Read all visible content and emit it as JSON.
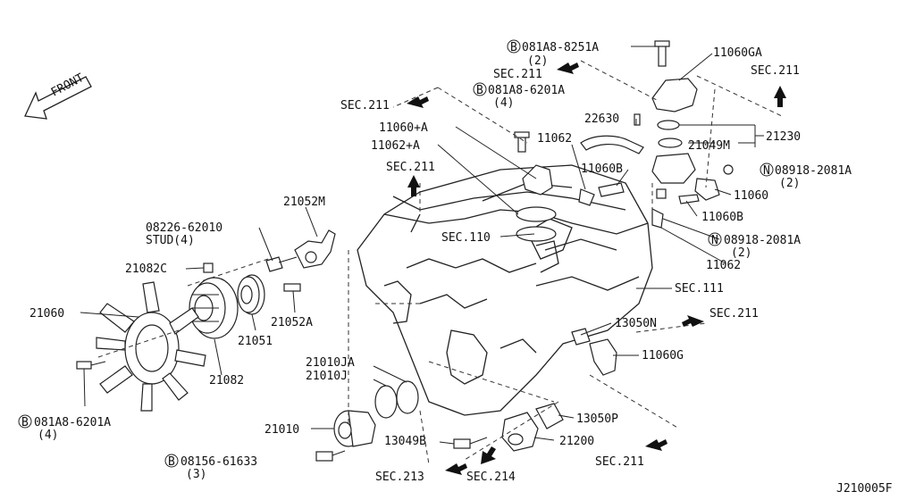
{
  "front_label": "FRONT",
  "diagram_id": "J210005F",
  "callouts": {
    "b_081A8_8251A": "081A8-8251A",
    "qty_2_top": "(2)",
    "p11060GA": "11060GA",
    "sec211_top": "SEC.211",
    "sec211_right_top": "SEC.211",
    "sec211_left": "SEC.211",
    "b_081A8_6201A_top": "081A8-6201A",
    "qty_4_top": "(4)",
    "p22630": "22630",
    "p21230": "21230",
    "p21049M": "21049M",
    "p11060A": "11060+A",
    "p11062_top": "11062",
    "p11062A": "11062+A",
    "p11060B_left": "11060B",
    "n_08918_2081A_top": "08918-2081A",
    "qty_2_n_top": "(2)",
    "p11060": "11060",
    "sec211_mid": "SEC.211",
    "p11060B_right": "11060B",
    "p21052M": "21052M",
    "p08226_62010": "08226-62010",
    "stud_4": "STUD(4)",
    "sec110": "SEC.110",
    "n_08918_2081A_mid": "08918-2081A",
    "qty_2_n_mid": "(2)",
    "p21082C": "21082C",
    "p11062_right": "11062",
    "sec111": "SEC.111",
    "p21060": "21060",
    "p21052A": "21052A",
    "p21051": "21051",
    "p13050N": "13050N",
    "sec211_right_mid": "SEC.211",
    "p11060G": "11060G",
    "p21010JA": "21010JA",
    "p21010J": "21010J",
    "p21082": "21082",
    "b_081A8_6201A_bot": "081A8-6201A",
    "qty_4_bot": "(4)",
    "p21010": "21010",
    "p13050P": "13050P",
    "p13049B": "13049B",
    "p21200": "21200",
    "b_08156_61633": "08156-61633",
    "qty_3": "(3)",
    "sec213": "SEC.213",
    "sec214": "SEC.214",
    "sec211_bottom": "SEC.211"
  },
  "markers": {
    "bolt": "B",
    "nut": "N"
  }
}
